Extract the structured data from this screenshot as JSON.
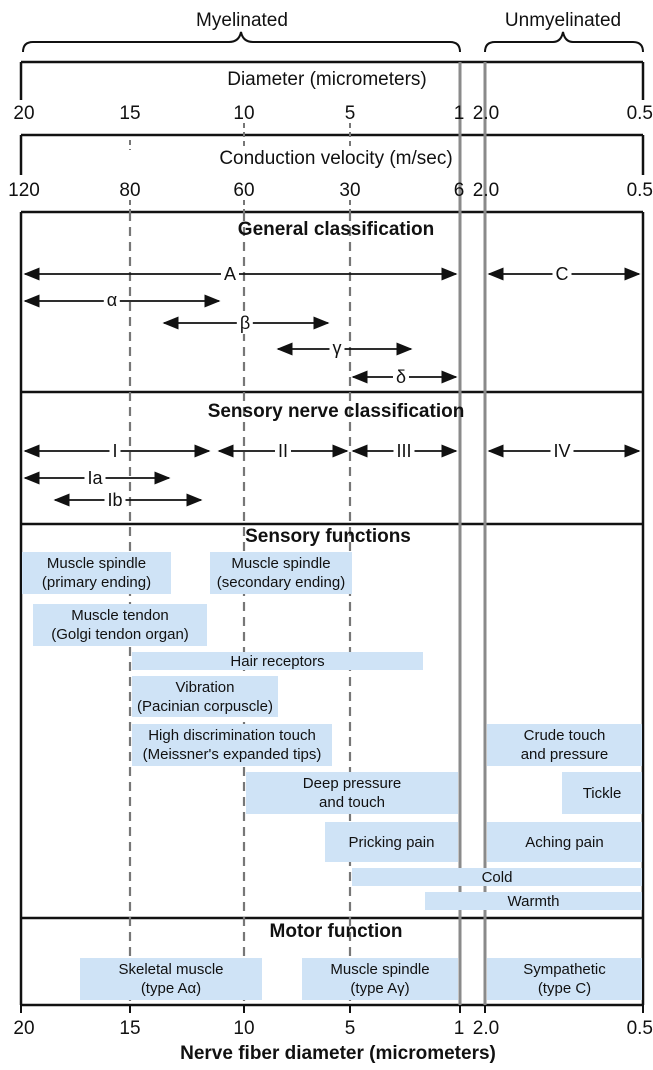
{
  "groups": {
    "myelinated": "Myelinated",
    "unmyelinated": "Unmyelinated"
  },
  "diameter_header": "Diameter (micrometers)",
  "velocity_header": "Conduction velocity (m/sec)",
  "diameter_ticks": [
    "20",
    "15",
    "10",
    "5",
    "1",
    "2.0",
    "0.5"
  ],
  "velocity_ticks": [
    "120",
    "80",
    "60",
    "30",
    "6",
    "2.0",
    "0.5"
  ],
  "bottom_ticks": [
    "20",
    "15",
    "10",
    "5",
    "1",
    "2.0",
    "0.5"
  ],
  "x_axis_title": "Nerve fiber diameter (micrometers)",
  "general": {
    "title": "General classification",
    "labels": [
      "A",
      "C",
      "α",
      "β",
      "γ",
      "δ"
    ]
  },
  "sensory_nerve": {
    "title": "Sensory nerve classification",
    "labels": [
      "I",
      "II",
      "III",
      "IV",
      "Ia",
      "Ib"
    ]
  },
  "sensory_functions": {
    "title": "Sensory functions",
    "items": [
      "Muscle spindle\n(primary ending)",
      "Muscle spindle\n(secondary ending)",
      "Muscle tendon\n(Golgi tendon organ)",
      "Hair receptors",
      "Vibration\n(Pacinian corpuscle)",
      "High discrimination touch\n(Meissner's expanded tips)",
      "Crude touch\nand pressure",
      "Deep pressure\nand touch",
      "Tickle",
      "Pricking pain",
      "Aching pain",
      "Cold",
      "Warmth"
    ]
  },
  "motor": {
    "title": "Motor function",
    "items": [
      "Skeletal muscle\n(type Aα)",
      "Muscle spindle\n(type Aγ)",
      "Sympathetic\n(type C)"
    ]
  }
}
